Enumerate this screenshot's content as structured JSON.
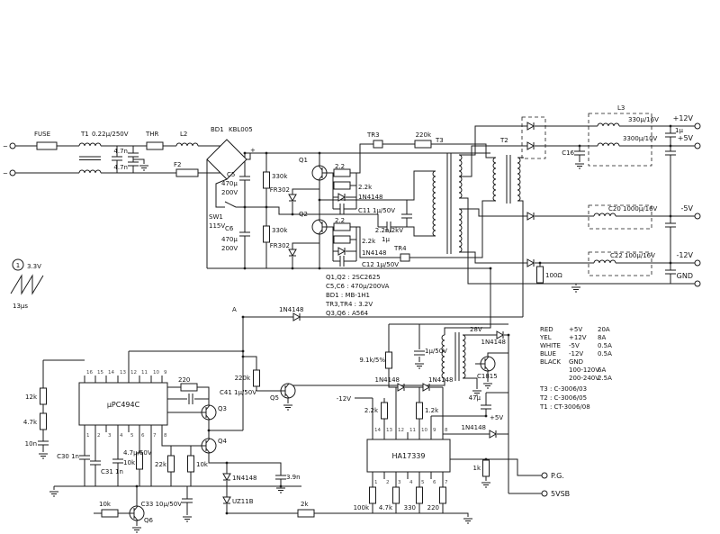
{
  "labels": {
    "ac1": "~",
    "ac2": "~",
    "fuse": "FUSE",
    "t1": "T1",
    "xcap": "0.22µ/250V",
    "thr": "THR",
    "l2": "L2",
    "f2": "F2",
    "ycap1": "4.7n",
    "ycap2": "4.7n",
    "bd1": "BD1",
    "bd1_part": "KBL005",
    "plus": "+",
    "sw1": "SW1",
    "sw1_v": "115V",
    "c5": "C5",
    "c5_v1": "470µ",
    "c5_v2": "200V",
    "c6": "C6",
    "c6_v1": "470µ",
    "c6_v2": "200V",
    "r_bleed1": "330k",
    "r_bleed2": "330k",
    "fr302a": "FR302",
    "fr302b": "FR302",
    "q1": "Q1",
    "q2": "Q2",
    "r_b1a": "2.2",
    "r_b1b": "2.2k",
    "d_b1": "1N4148",
    "c11": "C11 1µ/50V",
    "r_b2a": "2.2",
    "r_b2b": "2.2k",
    "d_b2": "1N4148",
    "c12": "C12 1µ/50V",
    "tr3": "TR3",
    "tr4": "TR4",
    "r_snub1": "220k",
    "t3": "T3",
    "t2": "T2",
    "snub_c": "2.2n/2kV",
    "c7": "1µ",
    "d_drv": "1N4148",
    "a_pt": "A",
    "q5": "Q5",
    "r_sb": "220k",
    "v28": "28V",
    "d_sb": "1N4148",
    "c16": "C16",
    "l3": "L3",
    "cap12": "330µ/16V",
    "cap12b": "1µ",
    "cap5": "3300µ/10V",
    "cap_m5": "C20 1000µ/16V",
    "cap_m12": "C22 100µ/16V",
    "out12": "+12V",
    "out5": "+5V",
    "outm5": "-5V",
    "outm12": "-12V",
    "outgnd": "GND",
    "r100": "100Ω",
    "saw_v": "3.3V",
    "saw_t": "13µs",
    "saw_n": "1",
    "r12k": "12k",
    "r47k": "4.7k",
    "c10n": "10n",
    "c30": "C30 1n",
    "c31": "C31 1n",
    "c47u": "4.7µ/50V",
    "r10k_a": "10k",
    "r220": "220",
    "c41": "C41 1µ/50V",
    "q3": "Q3",
    "q4": "Q4",
    "r22k": "22k",
    "r10k_b": "10k",
    "d_a": "1N4148",
    "d_zd": "UZ11B",
    "c33": "C33 10µ/50V",
    "q6": "Q6",
    "r10k_c": "10k",
    "r2k": "2k",
    "c39": "3.9n",
    "in_m12": "-12V",
    "r22k_b": "2.2k",
    "r91": "9.1k/5%",
    "c1u": "1µ/50V",
    "d_c1": "1N4148",
    "d_c2": "1N4148",
    "r12b": "1.2k",
    "c47": "47µ",
    "q7": "C1815",
    "d_c3": "1N4148",
    "p5": "+5V",
    "r1k": "1k",
    "r339_1": "100k",
    "r339_2": "4.7k",
    "r339_3": "330",
    "r339_4": "220",
    "pg": "P.G.",
    "vsb": "5VSB"
  },
  "ics": {
    "tl494": {
      "name": "µPC494C",
      "top": [
        "16",
        "15",
        "14",
        "13",
        "12",
        "11",
        "10",
        "9"
      ],
      "bottom": [
        "1",
        "2",
        "3",
        "4",
        "5",
        "6",
        "7",
        "8"
      ]
    },
    "lm339": {
      "name": "HA17339",
      "top": [
        "14",
        "13",
        "12",
        "11",
        "10",
        "9",
        "8"
      ],
      "bottom": [
        "1",
        "2",
        "3",
        "4",
        "5",
        "6",
        "7"
      ]
    }
  },
  "notes": {
    "parts": [
      "Q1,Q2 : 2SC2625",
      "C5,C6 : 470µ/200VA",
      "BD1 : MB-1H1",
      "TR3,TR4 : 3.2V",
      "Q3,Q6 : A564"
    ],
    "transformers": [
      "T3 : C-3006/03",
      "T2 : C-3006/05",
      "T1 : CT-3006/08"
    ]
  },
  "wire_table": {
    "rows": [
      {
        "c": "RED",
        "s": "+5V",
        "a": "20A"
      },
      {
        "c": "YEL",
        "s": "+12V",
        "a": "8A"
      },
      {
        "c": "WHITE",
        "s": "-5V",
        "a": "0.5A"
      },
      {
        "c": "BLUE",
        "s": "-12V",
        "a": "0.5A"
      },
      {
        "c": "BLACK",
        "s": "GND",
        "a": ""
      },
      {
        "c": "",
        "s": "100-120V",
        "a": "6A"
      },
      {
        "c": "",
        "s": "200-240V",
        "a": "2.5A"
      }
    ]
  }
}
